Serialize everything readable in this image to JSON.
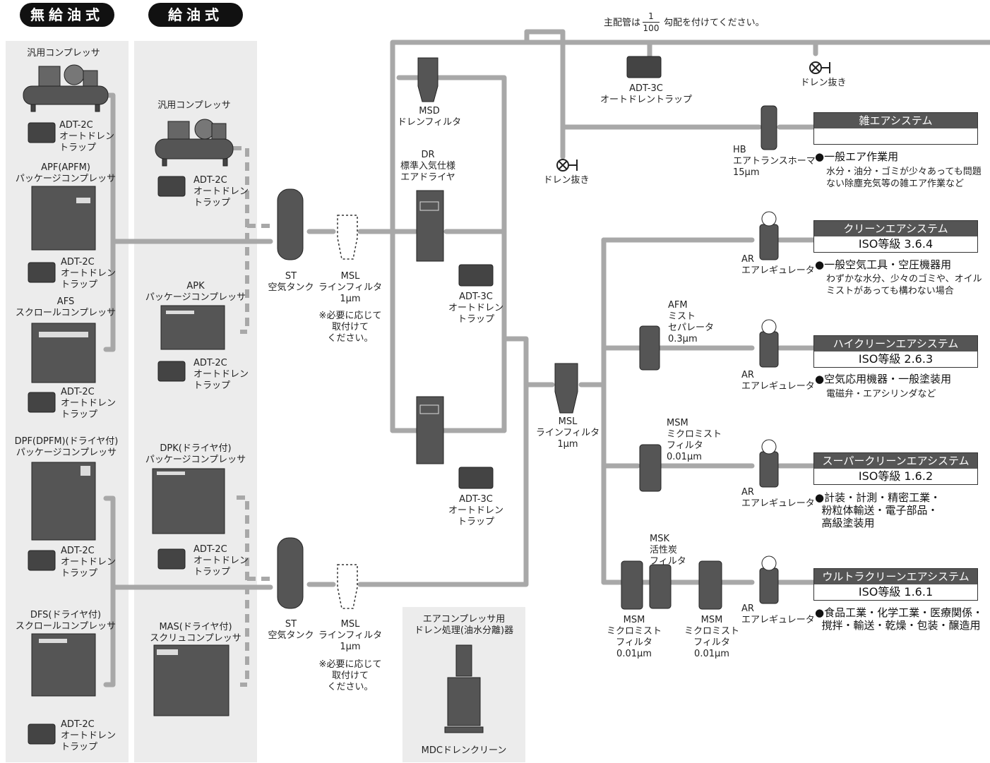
{
  "headers": {
    "oilfree": "無給油式",
    "oiled": "給油式"
  },
  "note_top": {
    "pre": "主配管は",
    "num": "1",
    "den": "100",
    "post": "勾配を付けてください。"
  },
  "left_col": {
    "c1": "汎用コンプレッサ",
    "c1_trap": "ADT-2C\nオートドレン\nトラップ",
    "c2": "APF(APFM)\nパッケージコンプレッサ",
    "c2_trap": "ADT-2C\nオートドレン\nトラップ",
    "c3": "AFS\nスクロールコンプレッサ",
    "c3_trap": "ADT-2C\nオートドレン\nトラップ",
    "c4": "DPF(DPFM)(ドライヤ付)\nパッケージコンプレッサ",
    "c4_trap": "ADT-2C\nオートドレン\nトラップ",
    "c5": "DFS(ドライヤ付)\nスクロールコンプレッサ",
    "c5_trap": "ADT-2C\nオートドレン\nトラップ"
  },
  "mid_col": {
    "c1": "汎用コンプレッサ",
    "c1_trap": "ADT-2C\nオートドレン\nトラップ",
    "c2": "APK\nパッケージコンプレッサ",
    "c2_trap": "ADT-2C\nオートドレン\nトラップ",
    "c3": "DPK(ドライヤ付)\nパッケージコンプレッサ",
    "c3_trap": "ADT-2C\nオートドレン\nトラップ",
    "c4": "MAS(ドライヤ付)\nスクリュコンプレッサ"
  },
  "tank1": "ST\n空気タンク",
  "tank2": "ST\n空気タンク",
  "msl1": "MSL\nラインフィルタ\n1μm",
  "msl1_note": "※必要に応じて\n取付けて\nください。",
  "msl2": "MSL\nラインフィルタ\n1μm",
  "msl2_note": "※必要に応じて\n取付けて\nください。",
  "msd": "MSD\nドレンフィルタ",
  "dr": "DR\n標準入気仕様\nエアドライヤ",
  "adt3c_1": "ADT-3C\nオートドレン\nトラップ",
  "adt3c_2": "ADT-3C\nオートドレン\nトラップ",
  "adt3c_top": "ADT-3C\nオートドレントラップ",
  "drain1": "ドレン抜き",
  "drain2": "ドレン抜き",
  "hb": "HB\nエアトランスホーマ\n15μm",
  "msl_mid": "MSL\nラインフィルタ\n1μm",
  "mdc_title": "エアコンプレッサ用\nドレン処理(油水分離)器",
  "mdc": "MDCドレンクリーン",
  "afm": "AFM\nミスト\nセパレータ\n0.3μm",
  "msm1": "MSM\nミクロミスト\nフィルタ\n0.01μm",
  "msk": "MSK\n活性炭\nフィルタ",
  "msm2": "MSM\nミクロミスト\nフィルタ\n0.01μm",
  "msm3": "MSM\nミクロミスト\nフィルタ\n0.01μm",
  "ar1": "AR\nエアレギュレータ",
  "ar2": "AR\nエアレギュレータ",
  "ar3": "AR\nエアレギュレータ",
  "ar4": "AR\nエアレギュレータ",
  "systems": [
    {
      "name": "雑エアシステム",
      "iso": "",
      "use": "●一般エア作業用",
      "desc": "水分・油分・ゴミが少々あっても問題\nない除塵充気等の雑エア作業など"
    },
    {
      "name": "クリーンエアシステム",
      "iso": "ISO等級 3.6.4",
      "use": "●一般空気工具・空圧機器用",
      "desc": "わずかな水分、少々のゴミや、オイル\nミストがあっても構わない場合"
    },
    {
      "name": "ハイクリーンエアシステム",
      "iso": "ISO等級 2.6.3",
      "use": "●空気応用機器・一般塗装用",
      "desc": "電磁弁・エアシリンダなど"
    },
    {
      "name": "スーパークリーンエアシステム",
      "iso": "ISO等級 1.6.2",
      "use": "●計装・計測・精密工業・\n  粉粒体輸送・電子部品・\n  高級塗装用",
      "desc": ""
    },
    {
      "name": "ウルトラクリーンエアシステム",
      "iso": "ISO等級 1.6.1",
      "use": "●食品工業・化学工業・医療関係・\n  撹拌・輸送・乾燥・包装・醸造用",
      "desc": ""
    }
  ]
}
